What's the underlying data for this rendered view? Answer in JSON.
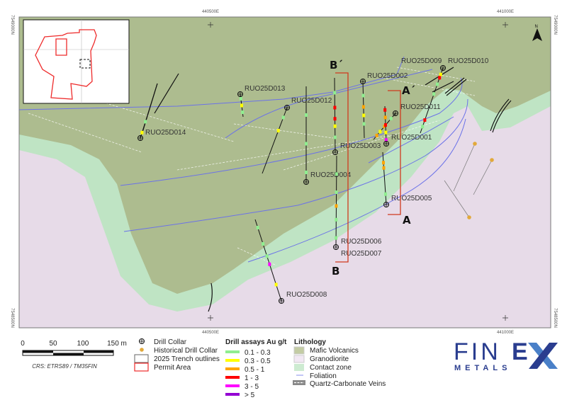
{
  "map": {
    "grid_labels": {
      "easting_1": "440500E",
      "easting_2": "441000E",
      "northing_1": "7549000N",
      "northing_2": "7548500N"
    },
    "north_label": "N",
    "drill_holes": [
      "RUO25D014",
      "RUO25D013",
      "RUO25D012",
      "RUO25D002",
      "RUO25D009",
      "RUO25D010",
      "RUO25D011",
      "RUO25D001",
      "RUO25D003",
      "RUO25D004",
      "RUO25D005",
      "RUO25D006",
      "RUO25D007",
      "RUO25D008"
    ],
    "sections": {
      "b_start": "B´",
      "b_end": "B",
      "a_start": "A´",
      "a_end": "A"
    }
  },
  "scale_bar": {
    "ticks": [
      "0",
      "50",
      "100",
      "150 m"
    ],
    "crs": "CRS: ETRS89 / TM35FIN"
  },
  "legend_symbols": [
    "Drill Collar",
    "Historical Drill Collar",
    "2025 Trench outlines",
    "Permit Area"
  ],
  "legend_assays": {
    "title": "Drill assays Au g/t",
    "items": [
      {
        "label": "0.1 - 0.3",
        "color": "#90ee90"
      },
      {
        "label": "0.3 - 0.5",
        "color": "#ffff00"
      },
      {
        "label": "0.5 - 1",
        "color": "#ffa500"
      },
      {
        "label": "1 - 3",
        "color": "#ff0000"
      },
      {
        "label": "3 - 5",
        "color": "#ff00ff"
      },
      {
        "label": "> 5",
        "color": "#9400d3"
      }
    ]
  },
  "legend_lithology": {
    "title": "Lithology",
    "items": [
      "Mafic Volcanics",
      "Granodiorite",
      "Contact zone",
      "Foliation",
      "Quartz-Carbonate Veins"
    ]
  },
  "logo": {
    "top": "FINEX",
    "bottom": "METALS"
  },
  "colors": {
    "mafic": "#adbc8f",
    "granodiorite": "#e7dbe8",
    "contact": "#bfe4c4",
    "foliation": "#6b72e8",
    "section": "#d03a1e"
  }
}
